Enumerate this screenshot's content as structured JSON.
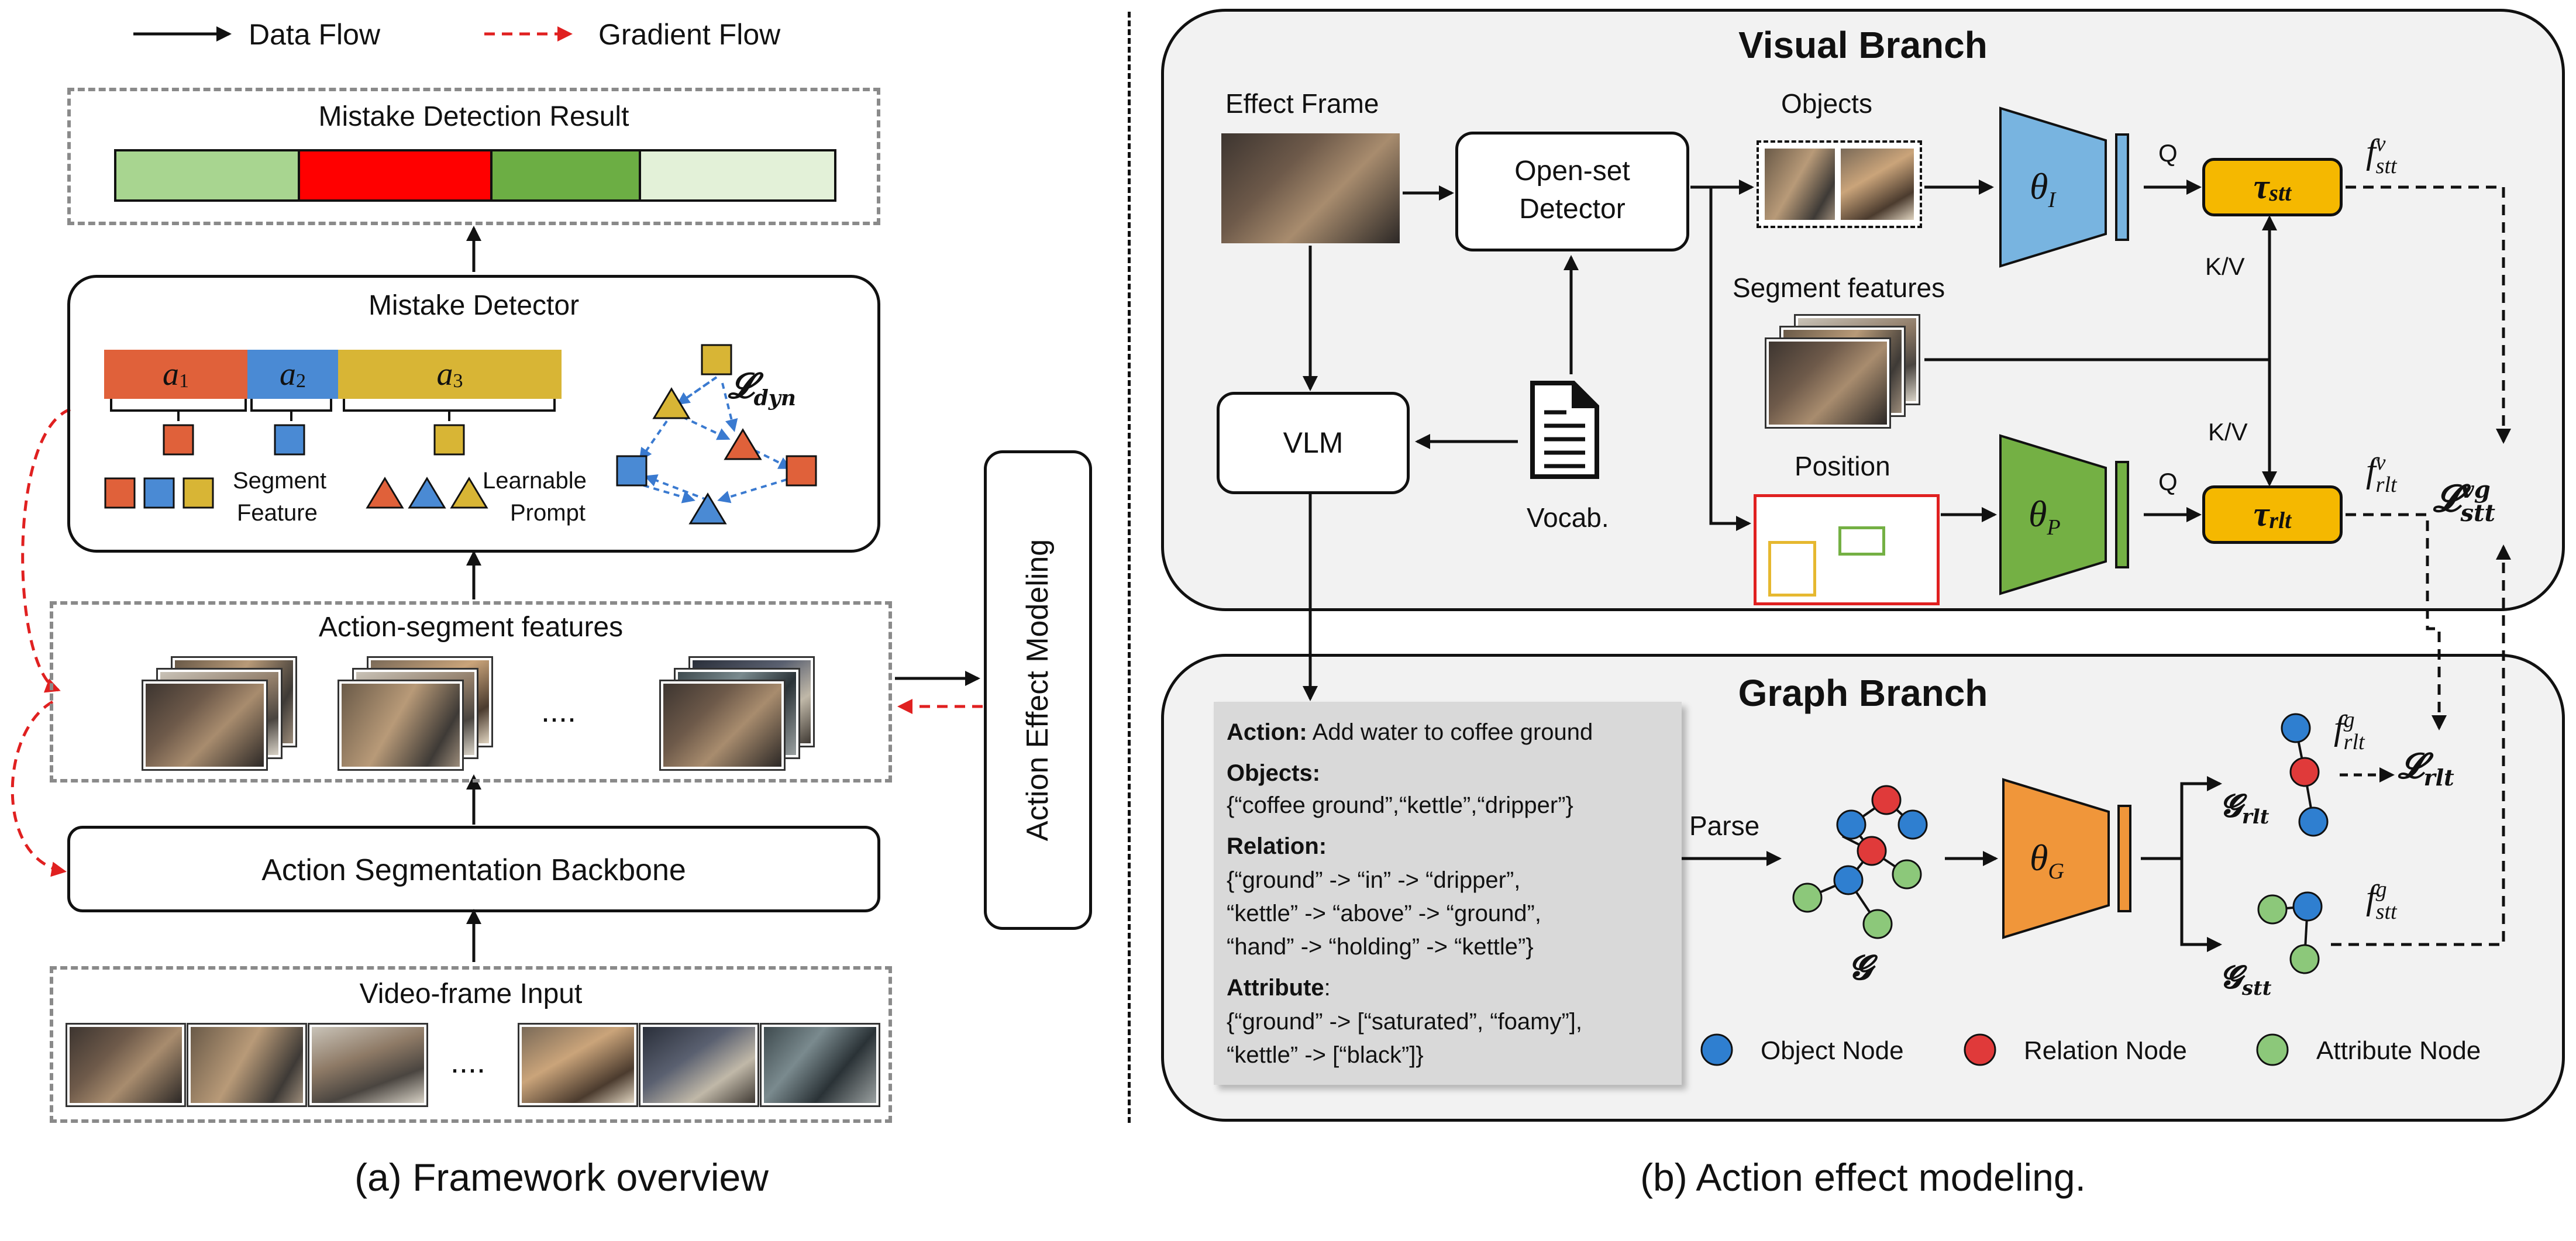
{
  "legend": {
    "data_flow": "Data Flow",
    "gradient_flow": "Gradient Flow"
  },
  "left": {
    "mistake_result": "Mistake Detection Result",
    "mistake_detector": "Mistake Detector",
    "a1": "a",
    "a1_sub": "1",
    "a2": "a",
    "a2_sub": "2",
    "a3": "a",
    "a3_sub": "3",
    "segment_feature_1": "Segment",
    "segment_feature_2": "Feature",
    "learnable_prompt_1": "Learnable",
    "learnable_prompt_2": "Prompt",
    "loss_dyn": "𝓛",
    "loss_dyn_sub": "dyn",
    "action_segment_features": "Action-segment features",
    "ellipsis": "....",
    "backbone": "Action Segmentation Backbone",
    "video_input": "Video-frame Input",
    "action_effect_modeling": "Action Effect Modeling",
    "caption": "(a) Framework overview"
  },
  "right": {
    "visual_branch": "Visual Branch",
    "effect_frame": "Effect Frame",
    "open_set_1": "Open-set",
    "open_set_2": "Detector",
    "objects": "Objects",
    "segment_features": "Segment features",
    "position": "Position",
    "vlm": "VLM",
    "vocab": "Vocab.",
    "theta_i": "θ",
    "theta_i_sub": "I",
    "theta_p": "θ",
    "theta_p_sub": "P",
    "theta_g": "θ",
    "theta_g_sub": "G",
    "q1": "Q",
    "q2": "Q",
    "kv1": "K/V",
    "kv2": "K/V",
    "tau_stt": "τ",
    "tau_stt_sub": "stt",
    "tau_rlt": "τ",
    "tau_rlt_sub": "rlt",
    "f_stt_v": "f",
    "f_stt_v_sup": "v",
    "f_stt_v_sub": "stt",
    "f_rlt_v": "f",
    "f_rlt_v_sup": "v",
    "f_rlt_v_sub": "rlt",
    "loss_stt_vg": "𝓛",
    "loss_stt_vg_sup": "vg",
    "loss_stt_vg_sub": "stt",
    "graph_branch": "Graph Branch",
    "text_action_label": "Action:",
    "text_action_value": " Add water to coffee ground",
    "text_objects_label": "Objects:",
    "text_objects_value": "{“coffee ground”,“kettle”,“dripper”}",
    "text_relation_label": "Relation:",
    "text_relation_1": "{“ground” -> “in” -> “dripper”,",
    "text_relation_2": "“kettle” -> “above” -> “ground”,",
    "text_relation_3": "“hand” -> “holding” -> “kettle”}",
    "text_attribute_label": "Attribute",
    "text_attribute_colon": ":",
    "text_attribute_1": "{“ground” -> [“saturated”, “foamy”],",
    "text_attribute_2": "“kettle” -> [“black”]}",
    "parse": "Parse",
    "g_graph": "𝓖",
    "g_rlt": "𝓖",
    "g_rlt_sub": "rlt",
    "g_stt": "𝓖",
    "g_stt_sub": "stt",
    "f_rlt_g": "f",
    "f_rlt_g_sup": "g",
    "f_rlt_g_sub": "rlt",
    "f_stt_g": "f",
    "f_stt_g_sup": "g",
    "f_stt_g_sub": "stt",
    "loss_rlt": "𝓛",
    "loss_rlt_sub": "rlt",
    "legend_object": "Object Node",
    "legend_relation": "Relation Node",
    "legend_attribute": "Attribute Node",
    "caption": "(b) Action effect modeling."
  },
  "colors": {
    "a1": "#e0613a",
    "a2": "#4a8ad4",
    "a3": "#d8b535",
    "result_green_light": "#a8d590",
    "result_red": "#ff0000",
    "result_green": "#6cae44",
    "result_green_pale": "#e3f1d8",
    "theta_i": "#78b4e0",
    "theta_p": "#74b044",
    "theta_g": "#f0963a",
    "tau": "#f5b800",
    "object_node": "#2f7fd0",
    "relation_node": "#e03a3a",
    "attribute_node": "#8cc87a",
    "gradient": "#e02020"
  }
}
